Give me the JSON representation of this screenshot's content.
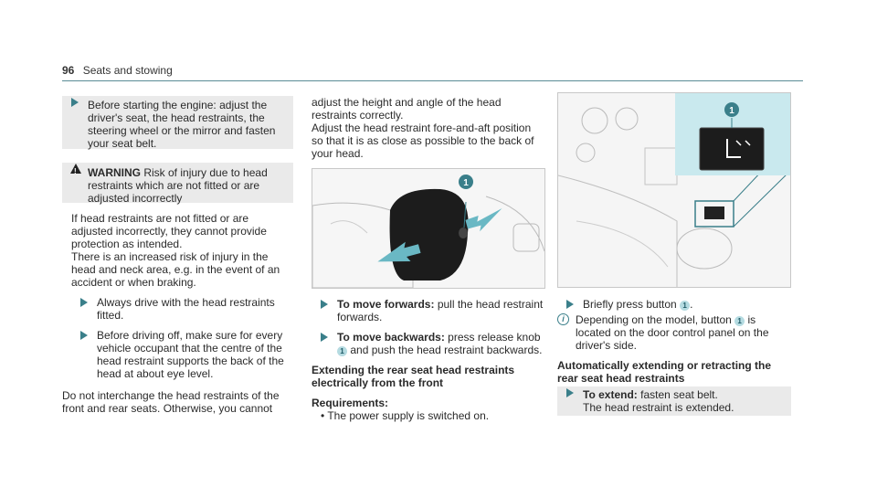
{
  "header": {
    "page_number": "96",
    "section": "Seats and stowing"
  },
  "col1": {
    "bullet_intro": "Before starting the engine: adjust the driver's seat, the head restraints, the steering wheel or the mirror and fasten your seat belt.",
    "warning": {
      "label": "WARNING",
      "title": "Risk of injury due to head restraints which are not fitted or are adjusted incorrectly",
      "p1": "If head restraints are not fitted or are adjusted incorrectly, they cannot provide protection as intended.",
      "p2": "There is an increased risk of injury in the head and neck area, e.g. in the event of an accident or when braking.",
      "b1": "Always drive with the head restraints fitted.",
      "b2": "Before driving off, make sure for every vehicle occupant that the centre of the head restraint supports the back of the head at about eye level."
    },
    "bottom": "Do not interchange the head restraints of the front and rear seats. Otherwise, you cannot"
  },
  "col2": {
    "intro_line1": "adjust the height and angle of the head restraints correctly.",
    "intro_line2": "Adjust the head restraint fore-and-aft position so that it is as close as possible to the back of your head.",
    "fig_callout": "1",
    "step1_label": "To move forwards:",
    "step1_text": "pull the head restraint forwards.",
    "step2_label": "To move backwards:",
    "step2_text_a": "press release knob",
    "step2_num": "1",
    "step2_text_b": "and push the head restraint backwards.",
    "heading": "Extending the rear seat head restraints electrically from the front",
    "req_label": "Requirements:",
    "req_item": "The power supply is switched on."
  },
  "col3": {
    "fig_callout": "1",
    "step1_a": "Briefly press button",
    "step1_num": "1",
    "note_a": "Depending on the model, button",
    "note_num": "1",
    "note_b": "is located on the door control panel on the driver's side.",
    "heading": "Automatically extending or retracting the rear seat head restraints",
    "step2_label": "To extend:",
    "step2_text": "fasten seat belt.",
    "step2_result": "The head restraint is extended."
  }
}
